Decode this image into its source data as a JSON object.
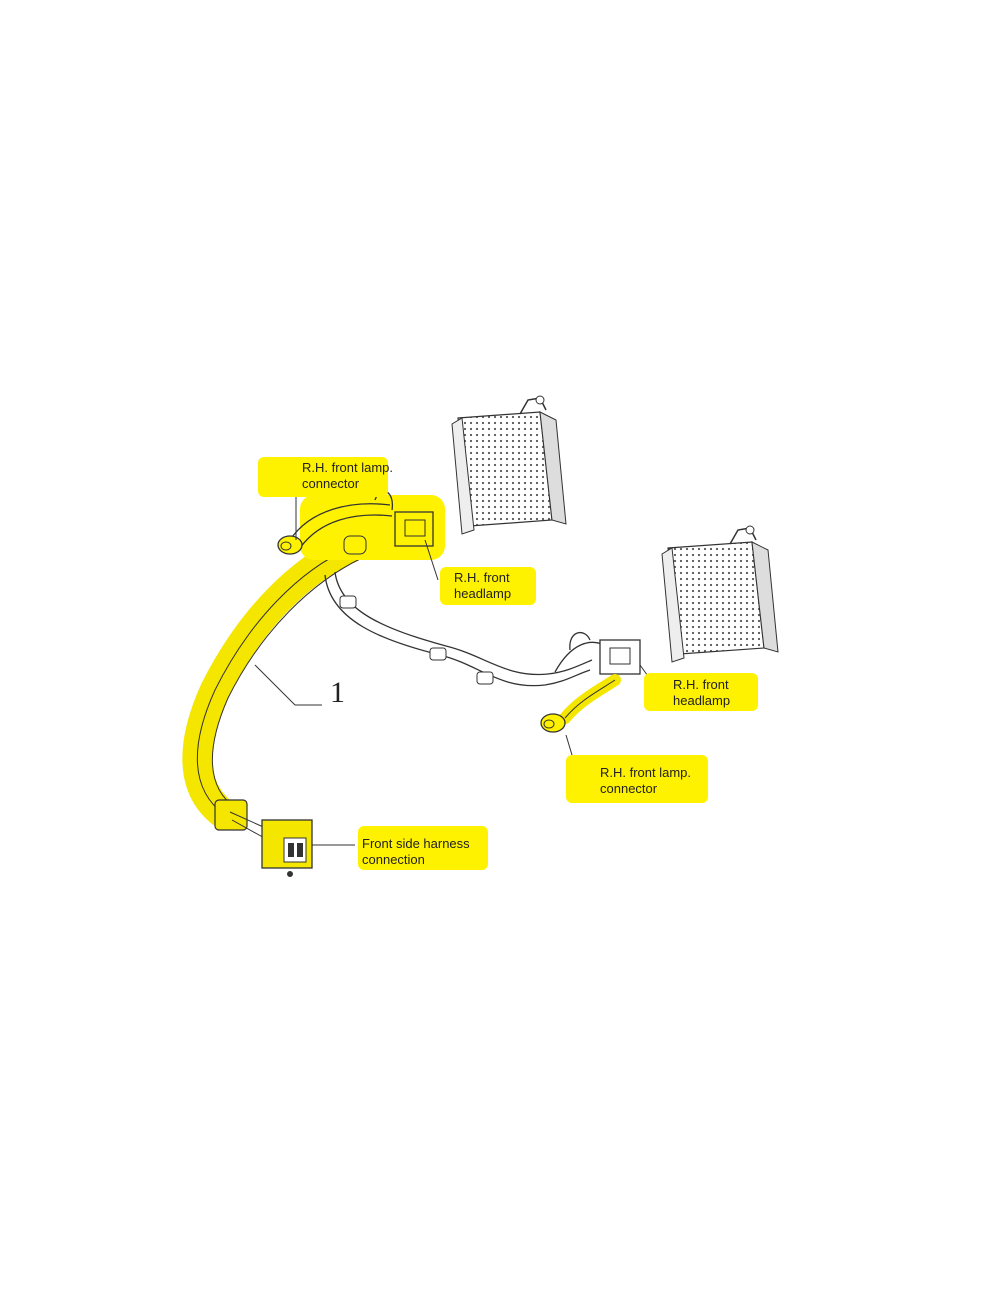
{
  "labels": {
    "rh_lamp_connector_top": [
      "R.H. front lamp.",
      "connector"
    ],
    "rh_headlamp_top": [
      "R.H. front",
      "headlamp"
    ],
    "rh_headlamp_right": [
      "R.H. front",
      "headlamp"
    ],
    "rh_lamp_connector_bottom": [
      "R.H. front lamp.",
      "connector"
    ],
    "front_side_harness": [
      "Front side harness",
      "connection"
    ],
    "part_number": "1"
  },
  "colors": {
    "highlight": "#fff200",
    "harness_highlight": "#f5e600",
    "line": "#333333"
  }
}
